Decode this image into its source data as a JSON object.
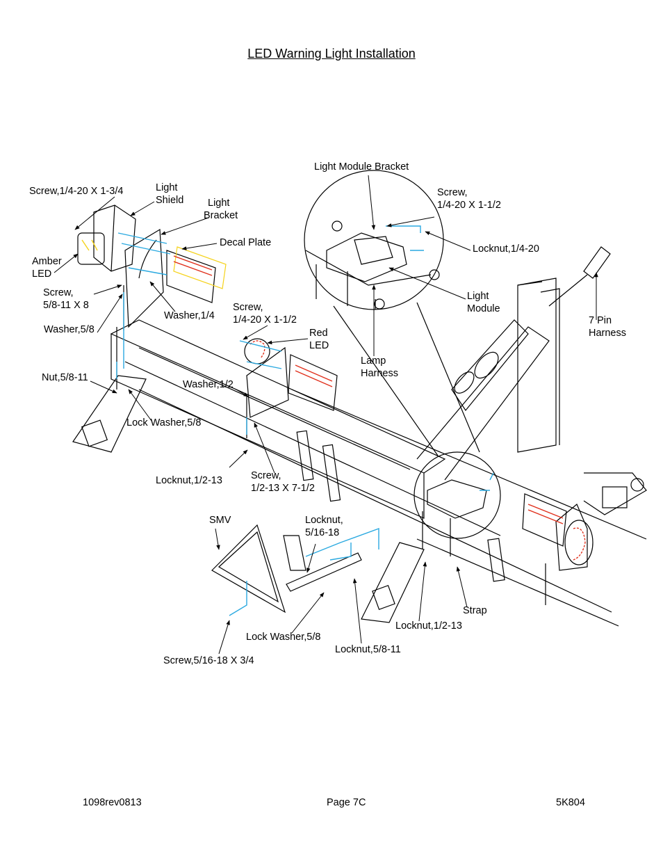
{
  "title": "LED Warning Light Installation",
  "labels": {
    "screw_1_4_20_x_1_3_4": "Screw,1/4-20 X 1-3/4",
    "light_shield": [
      "Light",
      "Shield"
    ],
    "light_bracket": [
      "Light",
      "Bracket"
    ],
    "decal_plate": "Decal Plate",
    "amber_led": [
      "Amber",
      "LED"
    ],
    "screw_5_8_11_x_8": [
      "Screw,",
      "5/8-11 X 8"
    ],
    "washer_1_4": "Washer,1/4",
    "washer_5_8": "Washer,5/8",
    "screw_1_4_20_x_1_1_2_left": [
      "Screw,",
      "1/4-20 X 1-1/2"
    ],
    "red_led": [
      "Red",
      "LED"
    ],
    "nut_5_8_11": "Nut,5/8-11",
    "washer_1_2": "Washer,1/2",
    "lock_washer_5_8_top": "Lock Washer,5/8",
    "locknut_1_2_13_left": "Locknut,1/2-13",
    "screw_1_2_13_x_7_1_2": [
      "Screw,",
      "1/2-13 X 7-1/2"
    ],
    "light_module_bracket": "Light Module Bracket",
    "screw_1_4_20_x_1_1_2_right": [
      "Screw,",
      "1/4-20 X 1-1/2"
    ],
    "locknut_1_4_20": "Locknut,1/4-20",
    "light_module": [
      "Light",
      "Module"
    ],
    "lamp_harness": [
      "Lamp",
      "Harness"
    ],
    "seven_pin_harness": [
      "7 Pin",
      "Harness"
    ],
    "smv": "SMV",
    "locknut_5_16_18": [
      "Locknut,",
      "5/16-18"
    ],
    "strap": "Strap",
    "locknut_1_2_13_right": "Locknut,1/2-13",
    "lock_washer_5_8_bottom": "Lock Washer,5/8",
    "locknut_5_8_11": "Locknut,5/8-11",
    "screw_5_16_18_x_3_4": "Screw,5/16-18 X 3/4"
  },
  "footer": {
    "left": "1098rev0813",
    "center": "Page 7C",
    "right": "5K804"
  },
  "colors": {
    "ink": "#000000",
    "leader_blue": "#2aa9e0",
    "amber": "#f5d21a",
    "red": "#e0301c"
  }
}
